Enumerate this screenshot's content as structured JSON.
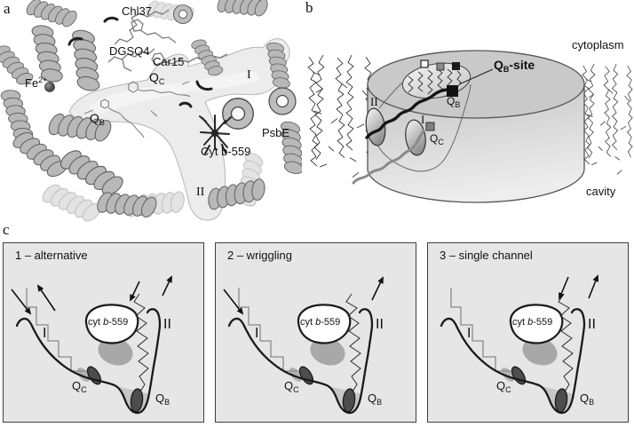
{
  "panel_a": {
    "label": "a",
    "chl37": "Chl37",
    "dgsq4": "DGSQ4",
    "car15": "Car15",
    "fe": {
      "base": "Fe",
      "sup": "2+"
    },
    "qc": {
      "base": "Q",
      "sub": "C"
    },
    "qb": {
      "base": "Q",
      "sub": "B"
    },
    "helix_i": "I",
    "helix_ii": "II",
    "psbe": "PsbE",
    "cyt": "Cyt b-559"
  },
  "panel_b": {
    "label": "b",
    "cytoplasm": "cytoplasm",
    "cavity": "cavity",
    "qb_site": {
      "base": "Q",
      "sub": "B",
      "rest": "-site"
    },
    "qb": {
      "base": "Q",
      "sub": "B"
    },
    "qc": {
      "base": "Q",
      "sub": "C"
    },
    "helix_i": "I",
    "helix_ii": "II"
  },
  "panel_c": {
    "label": "c",
    "boxes": [
      {
        "title": "1 – alternative",
        "helix_i": "I",
        "helix_ii": "II",
        "cyt": {
          "pre": "cyt ",
          "b": "b",
          "post": "-559"
        },
        "qc": {
          "base": "Q",
          "sub": "C"
        },
        "qb": {
          "base": "Q",
          "sub": "B"
        }
      },
      {
        "title": "2 – wriggling",
        "helix_i": "I",
        "helix_ii": "II",
        "cyt": {
          "pre": "cyt ",
          "b": "b",
          "post": "-559"
        },
        "qc": {
          "base": "Q",
          "sub": "C"
        },
        "qb": {
          "base": "Q",
          "sub": "B"
        }
      },
      {
        "title": "3 – single channel",
        "helix_i": "I",
        "helix_ii": "II",
        "cyt": {
          "pre": "cyt ",
          "b": "b",
          "post": "-559"
        },
        "qc": {
          "base": "Q",
          "sub": "C"
        },
        "qb": {
          "base": "Q",
          "sub": "B"
        }
      }
    ]
  },
  "colors": {
    "mech_box_bg": "#e6e6e6",
    "disc_top": "#c9c9c9",
    "cavity_surface": "#ececec",
    "site_dark": "#4d4d4d",
    "shadow_gray": "#a8a8a8",
    "ribbon_gray": "#b8b8b8"
  }
}
